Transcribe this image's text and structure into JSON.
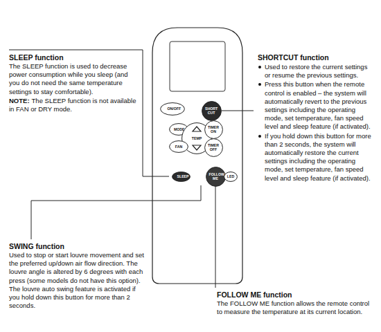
{
  "diagram": {
    "nodes": [
      {
        "text": [
          "ON/OFF"
        ]
      },
      {
        "text": [
          "SHORT CUT"
        ]
      },
      {
        "text": [
          "MODE"
        ]
      },
      {
        "text": [
          "TEMP"
        ]
      },
      {
        "text": [
          "TIMER ON"
        ]
      },
      {
        "text": [
          "FAN"
        ]
      },
      {
        "text": [
          "TIMER OFF"
        ]
      },
      {
        "text": [
          "SLEEP"
        ]
      },
      {
        "text": [
          "FOLLOW ME"
        ]
      },
      {
        "text": [
          "LED"
        ]
      }
    ],
    "labels": [
      "SLEEP function",
      "The SLEEP function is used to decrease power consumption while you sleep (and you do not need the same temperature settings to stay comfortable).",
      "NOTE:",
      "The SLEEP function is not available in FAN or DRY mode.",
      "SHORTCUT function",
      "Used to restore the current settings or resume the previous settings.",
      "Press this button when the remote control is enabled – the system will automatically revert to the previous settings including the operating mode, set temperature, fan speed level and sleep feature (if activated).",
      "If you hold down this button for more than 2 seconds, the system will automatically restore the current settings including the operating mode, set temperature, fan speed level and sleep feature (if activated).",
      "SWING function",
      "Used to stop or start louvre movement and set the preferred up/down air flow direction. The louvre angle is altered by 6 degrees with each press (some models do not have this option). The louvre auto swing feature is activated if you hold down this button for more than 2 seconds.",
      "FOLLOW ME function",
      "The FOLLOW ME function allows the remote control to measure the temperature at its current location."
    ]
  }
}
